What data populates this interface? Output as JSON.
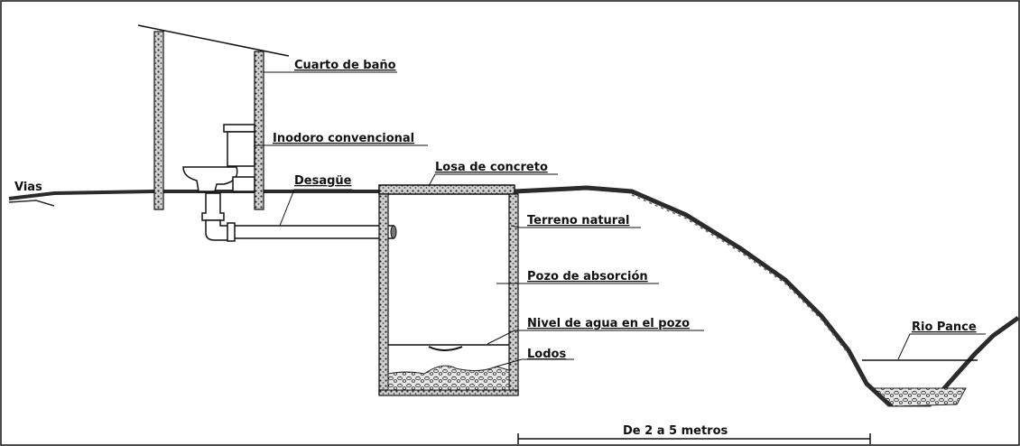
{
  "labels": {
    "vias": "Vias",
    "cuarto": "Cuarto de baño",
    "inodoro": "Inodoro convencional",
    "desague": "Desagüe",
    "losa": "Losa de concreto",
    "terreno": "Terreno natural",
    "pozo": "Pozo de absorción",
    "nivel": "Nivel de agua en el pozo",
    "lodos": "Lodos",
    "rio": "Rio Pance",
    "distancia": "De 2 a 5 metros"
  },
  "colors": {
    "ink": "#1a1a1a",
    "soil": "#4a4a4a",
    "background": "#ffffff"
  }
}
